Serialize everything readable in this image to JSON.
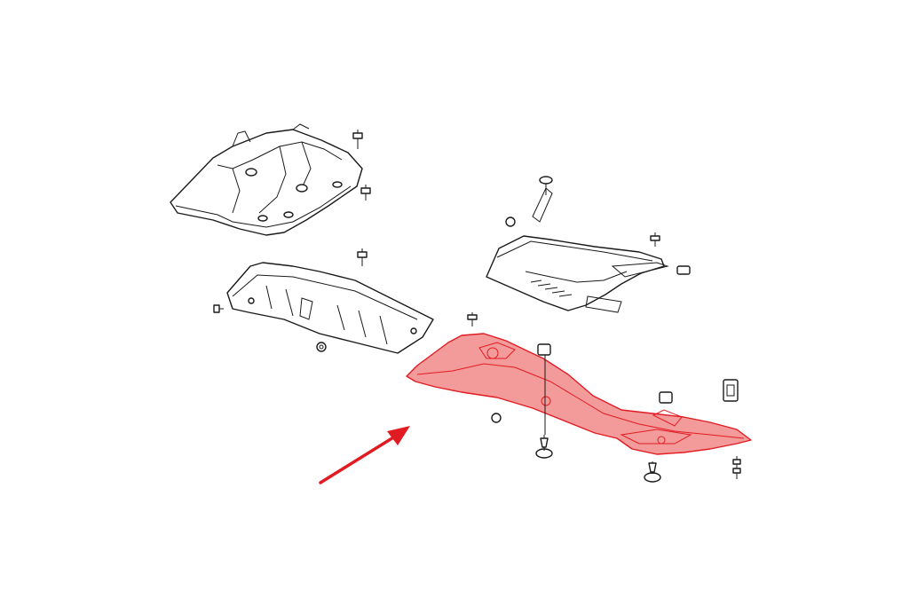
{
  "diagram": {
    "highlight_color": "#e11b22",
    "highlight_fill": "#f39a9a",
    "line_color": "#1a1a1a",
    "background": "#ffffff",
    "parts": [
      {
        "id": "front-engine-shield",
        "highlighted": false
      },
      {
        "id": "center-floor-panel",
        "highlighted": false
      },
      {
        "id": "rear-underbody-panel",
        "highlighted": false
      },
      {
        "id": "side-underbody-panel",
        "highlighted": true
      }
    ],
    "pointer": {
      "icon": "red-arrow-icon",
      "points_to": "side-underbody-panel"
    }
  }
}
